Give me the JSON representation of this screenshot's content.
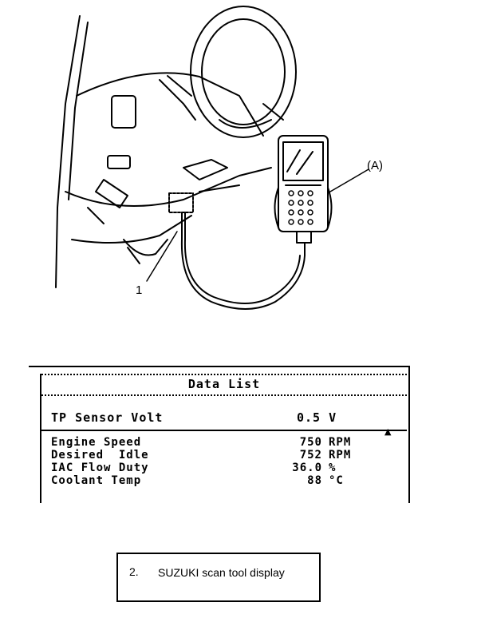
{
  "illustration": {
    "callout_1": "1",
    "callout_a": "(A)"
  },
  "data_list": {
    "title": "Data List",
    "tp_sensor": {
      "label": "TP Sensor Volt",
      "value": "0.5 V"
    },
    "scroll_indicator": "▲",
    "rows": [
      {
        "label": "Engine Speed",
        "value": "750",
        "unit": "RPM"
      },
      {
        "label": "Desired  Idle",
        "value": "752",
        "unit": "RPM"
      },
      {
        "label": "IAC Flow Duty",
        "value": "36.0",
        "unit": "%"
      },
      {
        "label": "Coolant Temp",
        "value": "88",
        "unit": "°C"
      }
    ]
  },
  "caption": {
    "number": "2.",
    "text": "SUZUKI scan tool display"
  }
}
